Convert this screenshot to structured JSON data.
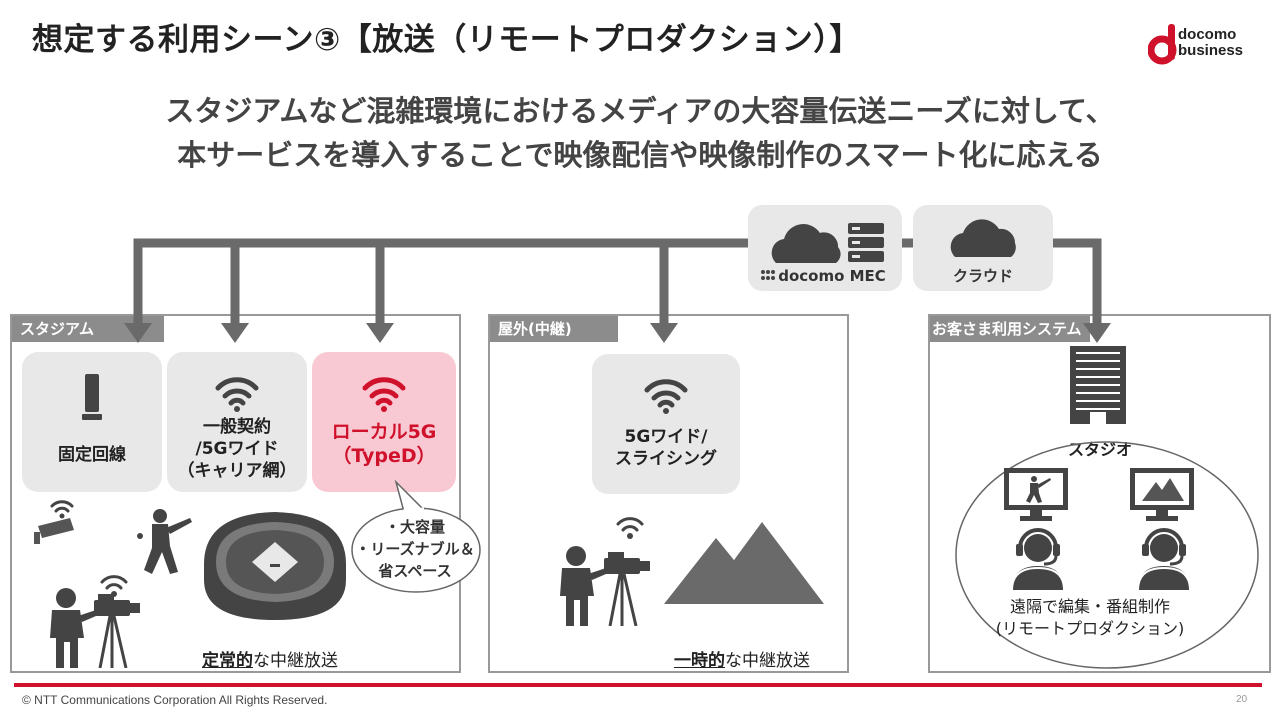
{
  "title": "想定する利用シーン③【放送（リモートプロダクション）】",
  "logo": {
    "line1": "docomo",
    "line2": "business",
    "color": "#d0112b"
  },
  "subtitle": {
    "line1": "スタジアムなど混雑環境におけるメディアの大容量伝送ニーズに対して、",
    "line2": "本サービスを導入することで映像配信や映像制作のスマート化に応える"
  },
  "network": {
    "mec_label": "docomo MEC",
    "cloud_label": "クラウド"
  },
  "stadium": {
    "label": "スタジアム",
    "cards": {
      "fixed": "固定回線",
      "general": "一般契約\n/5Gワイド\n（キャリア網）",
      "local5g": "ローカル5G\n（TypeD）"
    },
    "bubble": "・大容量\n・リーズナブル＆\n省スペース",
    "caption_bold": "定常的",
    "caption_rest": "な中継放送"
  },
  "outdoor": {
    "label": "屋外(中継)",
    "card": "5Gワイド/\nスライシング",
    "caption_bold": "一時的",
    "caption_rest": "な中継放送"
  },
  "customer": {
    "label": "お客さま利用システム",
    "studio": "スタジオ",
    "caption": "遠隔で編集・番組制作\n(リモートプロダクション)"
  },
  "footer": {
    "copyright": "© NTT Communications Corporation All Rights Reserved.",
    "page": "20"
  },
  "colors": {
    "accent": "#d0112b",
    "arrow": "#6a6a6a",
    "icon": "#444444",
    "card_bg": "#e8e8e8",
    "pink_bg": "#f9c9d3"
  }
}
